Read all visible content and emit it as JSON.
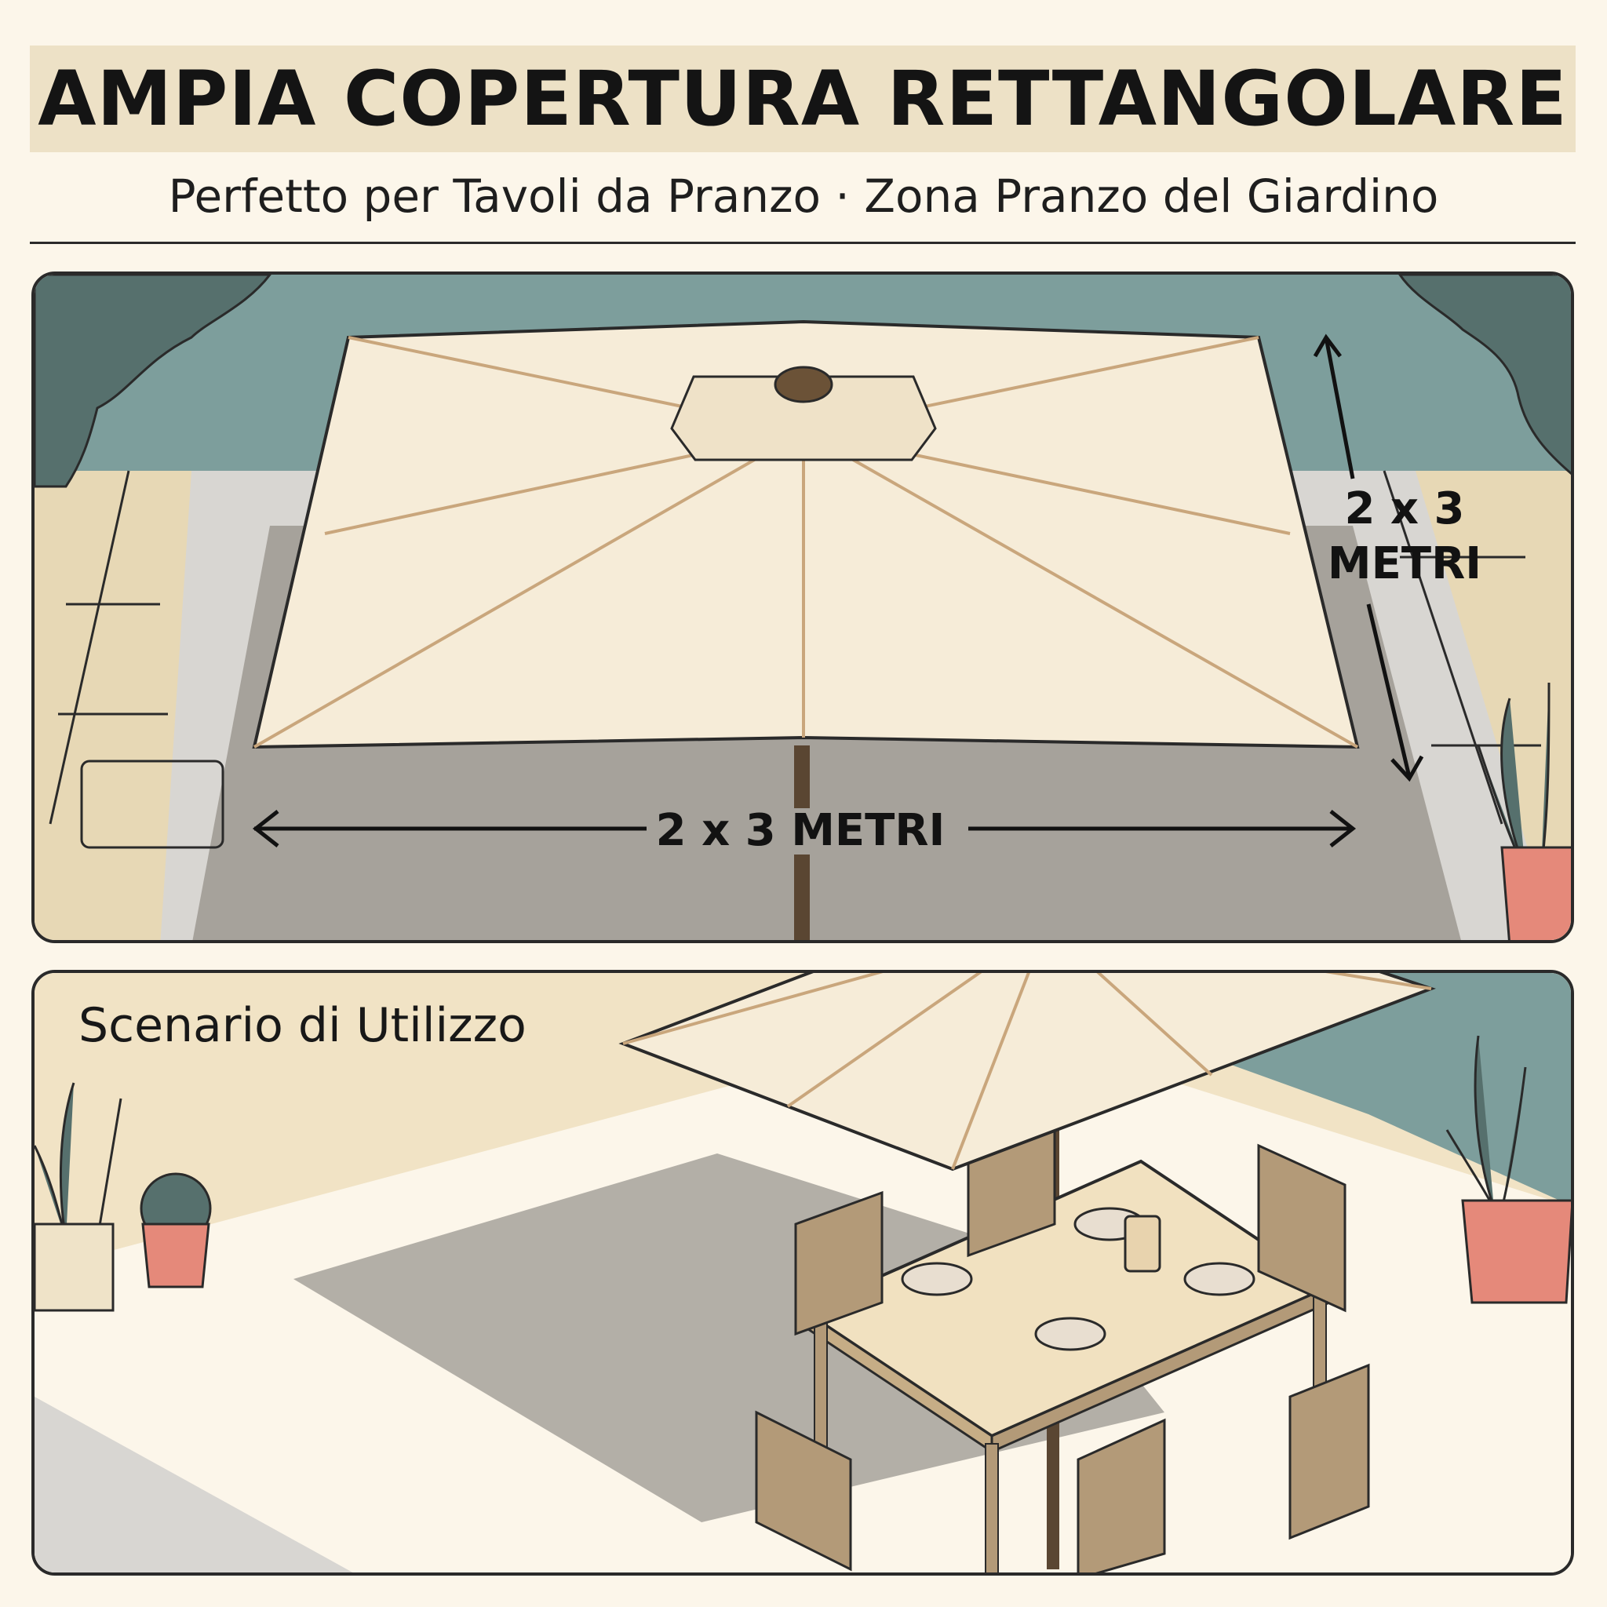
{
  "header": {
    "title": "AMPIA COPERTURA RETTANGOLARE",
    "subtitle": "Perfetto per Tavoli da Pranzo · Zona Pranzo del Giardino"
  },
  "dimensions": {
    "horizontal": "2 x 3 METRI",
    "vertical_line1": "2 x 3",
    "vertical_line2": "METRI"
  },
  "usage": {
    "label": "Scenario di Utilizzo"
  },
  "colors": {
    "background": "#fcf6ea",
    "title_band": "#ede1c6",
    "wall": "#7d9e9c",
    "tree": "#56706d",
    "canopy": "#f6ecd8",
    "rib": "#c9a67c",
    "pole": "#5a4632",
    "paving": "#d8d6d2",
    "shadow": "#a6a29b",
    "pot": "#e5897a",
    "wood": "#b39a78"
  }
}
